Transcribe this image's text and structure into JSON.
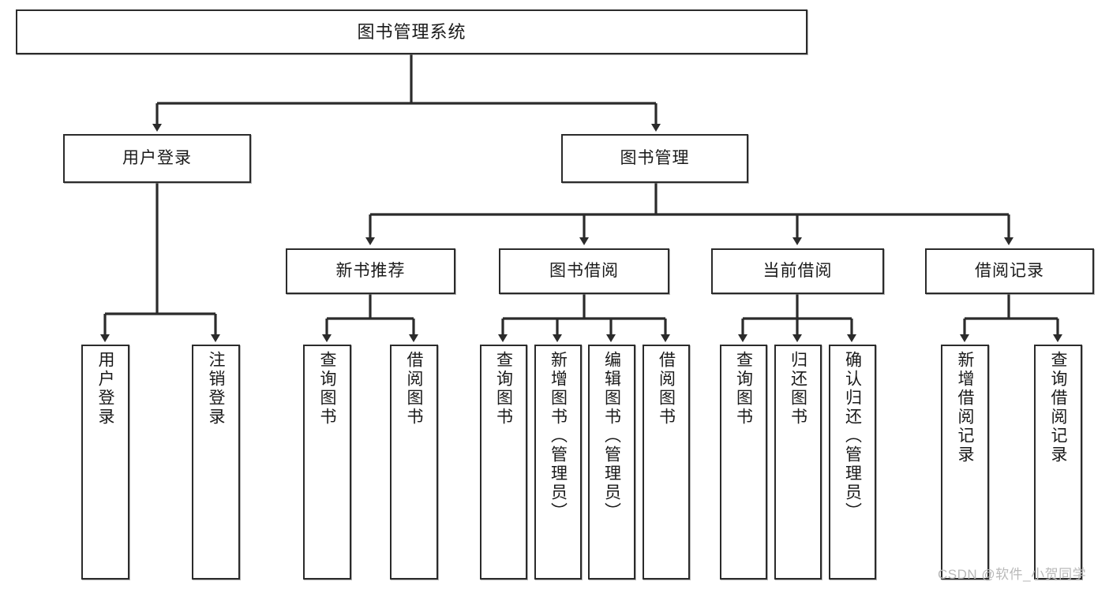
{
  "diagram": {
    "type": "tree-hierarchy",
    "title": "图书管理系统",
    "root": {
      "id": "root",
      "label": "图书管理系统"
    },
    "level2": [
      {
        "id": "user-login",
        "label": "用户登录"
      },
      {
        "id": "book-management",
        "label": "图书管理"
      }
    ],
    "level3": [
      {
        "id": "new-book-recommend",
        "label": "新书推荐",
        "parent": "book-management"
      },
      {
        "id": "book-borrow",
        "label": "图书借阅",
        "parent": "book-management"
      },
      {
        "id": "current-borrow",
        "label": "当前借阅",
        "parent": "book-management"
      },
      {
        "id": "borrow-record",
        "label": "借阅记录",
        "parent": "book-management"
      }
    ],
    "leaves": [
      {
        "id": "leaf-user-login",
        "label": "用户登录",
        "parent": "user-login"
      },
      {
        "id": "leaf-logout-login",
        "label": "注销登录",
        "parent": "user-login"
      },
      {
        "id": "leaf-query-book-1",
        "label": "查询图书",
        "parent": "new-book-recommend"
      },
      {
        "id": "leaf-borrow-book-1",
        "label": "借阅图书",
        "parent": "new-book-recommend"
      },
      {
        "id": "leaf-query-book-2",
        "label": "查询图书",
        "parent": "book-borrow"
      },
      {
        "id": "leaf-add-book",
        "label": "新增图书（管理员）",
        "parent": "book-borrow"
      },
      {
        "id": "leaf-edit-book",
        "label": "编辑图书（管理员）",
        "parent": "book-borrow"
      },
      {
        "id": "leaf-borrow-book-2",
        "label": "借阅图书",
        "parent": "book-borrow"
      },
      {
        "id": "leaf-query-book-3",
        "label": "查询图书",
        "parent": "current-borrow"
      },
      {
        "id": "leaf-return-book",
        "label": "归还图书",
        "parent": "current-borrow"
      },
      {
        "id": "leaf-confirm-return",
        "label": "确认归还（管理员）",
        "parent": "current-borrow"
      },
      {
        "id": "leaf-add-record",
        "label": "新增借阅记录",
        "parent": "borrow-record"
      },
      {
        "id": "leaf-query-record",
        "label": "查询借阅记录",
        "parent": "borrow-record"
      }
    ],
    "colors": {
      "stroke": "#2b2b2b",
      "fill": "#ffffff",
      "text": "#1a1a1a",
      "watermark": "#b9b9b9"
    }
  },
  "watermark": {
    "text": "CSDN @软件_小贺同学"
  }
}
